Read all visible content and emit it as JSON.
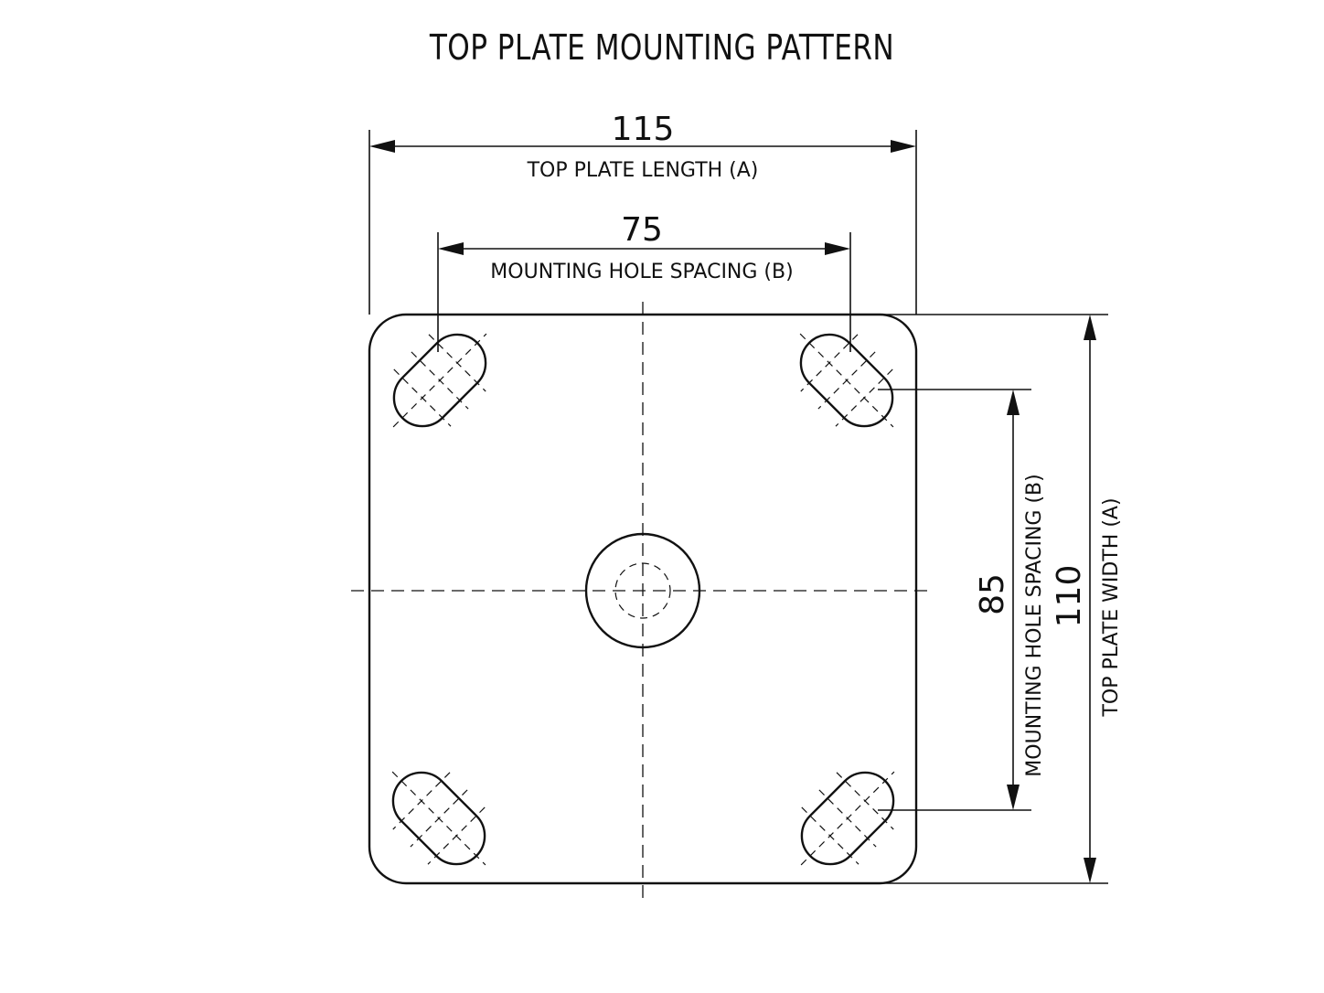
{
  "title": "TOP PLATE MOUNTING PATTERN",
  "dimensions": {
    "length": {
      "value": "115",
      "label": "TOP PLATE LENGTH (A)"
    },
    "hole_spacing_x": {
      "value": "75",
      "label": "MOUNTING HOLE SPACING (B)"
    },
    "hole_spacing_y": {
      "value": "85",
      "label": "MOUNTING HOLE SPACING (B)"
    },
    "width": {
      "value": "110",
      "label": "TOP PLATE WIDTH (A)"
    }
  },
  "colors": {
    "line": "#111111",
    "background": "#ffffff"
  }
}
